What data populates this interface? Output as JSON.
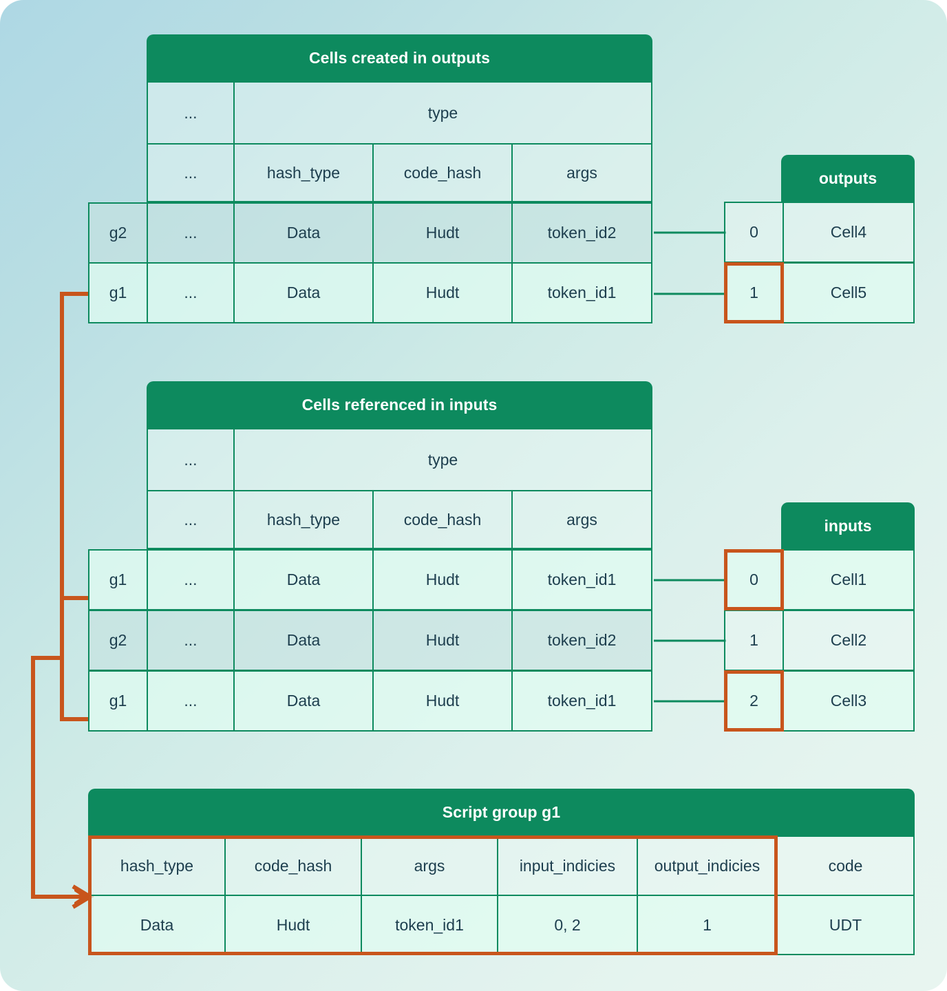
{
  "theme": {
    "header_green": "#0d8a5e",
    "highlight_orange": "#c8551c",
    "text_dark": "#1d3e4e",
    "bg_from": "#aed8e4",
    "bg_to": "#e8f5f0"
  },
  "outputs_section": {
    "title": "Cells created in outputs",
    "group_header": "",
    "col_ellipsis": "...",
    "type_header": "type",
    "sub_headers": [
      "...",
      "hash_type",
      "code_hash",
      "args"
    ],
    "rows": [
      {
        "group": "g2",
        "ellipsis": "...",
        "hash_type": "Data",
        "code_hash": "Hudt",
        "args": "token_id2",
        "shade": "dim"
      },
      {
        "group": "g1",
        "ellipsis": "...",
        "hash_type": "Data",
        "code_hash": "Hudt",
        "args": "token_id1",
        "shade": "light"
      }
    ]
  },
  "outputs_index": {
    "title": "outputs",
    "rows": [
      {
        "index": "0",
        "cell": "Cell4",
        "highlighted": false
      },
      {
        "index": "1",
        "cell": "Cell5",
        "highlighted": true
      }
    ]
  },
  "inputs_section": {
    "title": "Cells referenced in inputs",
    "col_ellipsis": "...",
    "type_header": "type",
    "sub_headers": [
      "...",
      "hash_type",
      "code_hash",
      "args"
    ],
    "rows": [
      {
        "group": "g1",
        "ellipsis": "...",
        "hash_type": "Data",
        "code_hash": "Hudt",
        "args": "token_id1",
        "shade": "light"
      },
      {
        "group": "g2",
        "ellipsis": "...",
        "hash_type": "Data",
        "code_hash": "Hudt",
        "args": "token_id2",
        "shade": "dim"
      },
      {
        "group": "g1",
        "ellipsis": "...",
        "hash_type": "Data",
        "code_hash": "Hudt",
        "args": "token_id1",
        "shade": "light"
      }
    ]
  },
  "inputs_index": {
    "title": "inputs",
    "rows": [
      {
        "index": "0",
        "cell": "Cell1",
        "highlighted": true
      },
      {
        "index": "1",
        "cell": "Cell2",
        "highlighted": false
      },
      {
        "index": "2",
        "cell": "Cell3",
        "highlighted": true
      }
    ]
  },
  "script_group": {
    "title": "Script group g1",
    "headers": [
      "hash_type",
      "code_hash",
      "args",
      "input_indicies",
      "output_indicies",
      "code"
    ],
    "values": [
      "Data",
      "Hudt",
      "token_id1",
      "0, 2",
      "1",
      "UDT"
    ]
  }
}
